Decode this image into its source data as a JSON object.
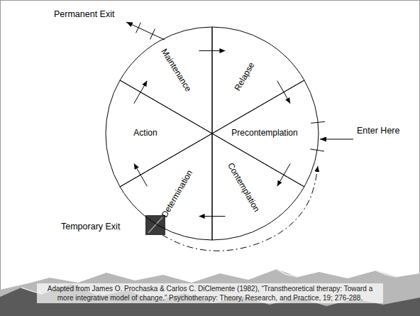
{
  "diagram": {
    "caption": "Adapted from James O. Prochaska & Carlos C. DiClemente (1982), “Transtheoretical therapy: Toward a more integrative model of change.” Psychotherapy: Theory, Research, and Practice, 19; 276-288.",
    "nodes": [
      {
        "text": [
          "Maintenance"
        ]
      },
      {
        "text": [
          "Relapse"
        ]
      },
      {
        "text": [
          "Action"
        ]
      },
      {
        "text": [
          "Precontemplation"
        ]
      },
      {
        "text": [
          "Determination"
        ]
      },
      {
        "text": [
          "Contemplation"
        ]
      }
    ],
    "edges": [
      {
        "from": 3,
        "to": 5,
        "arrow": "to"
      },
      {
        "from": 5,
        "to": 4,
        "arrow": "to"
      },
      {
        "from": 4,
        "to": 2,
        "arrow": "to"
      },
      {
        "from": 2,
        "to": 0,
        "arrow": "to"
      },
      {
        "from": 0,
        "to": 1,
        "arrow": "to"
      },
      {
        "from": 1,
        "to": 3,
        "arrow": "to"
      },
      {
        "from": 4,
        "to": 3,
        "arrow": "to"
      }
    ],
    "labels": [
      "Permanent Exit",
      "Enter Here",
      "Temporary Exit"
    ]
  }
}
